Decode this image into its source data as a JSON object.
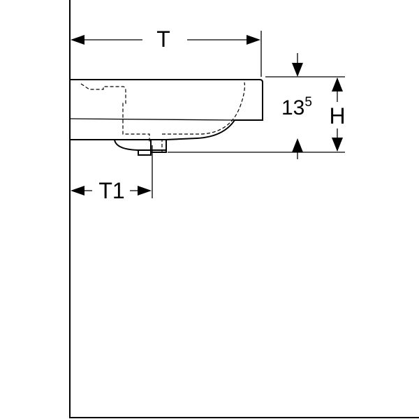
{
  "dimensions": {
    "total_depth_label": "T",
    "drain_depth_label": "T1",
    "height_label": "H",
    "rim_height_value": "13",
    "rim_height_superscript": "5"
  }
}
